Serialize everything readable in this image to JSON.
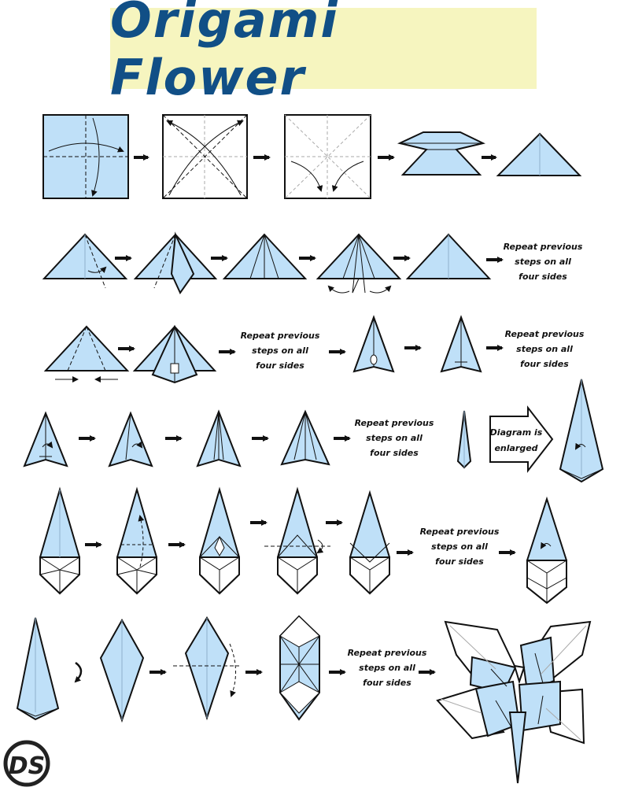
{
  "title": "Origami Flower",
  "repeat_note": [
    "Repeat previous",
    "steps on all",
    "four sides"
  ],
  "enlarged_note": [
    "Diagram is",
    "enlarged"
  ],
  "logo_text": "DS",
  "colors": {
    "paper": "#bfe0f8",
    "paper_white": "#ffffff",
    "title_bg": "#f6f5bf",
    "title_text": "#114f86",
    "line": "#111111",
    "crease": "#9a9a9a"
  }
}
